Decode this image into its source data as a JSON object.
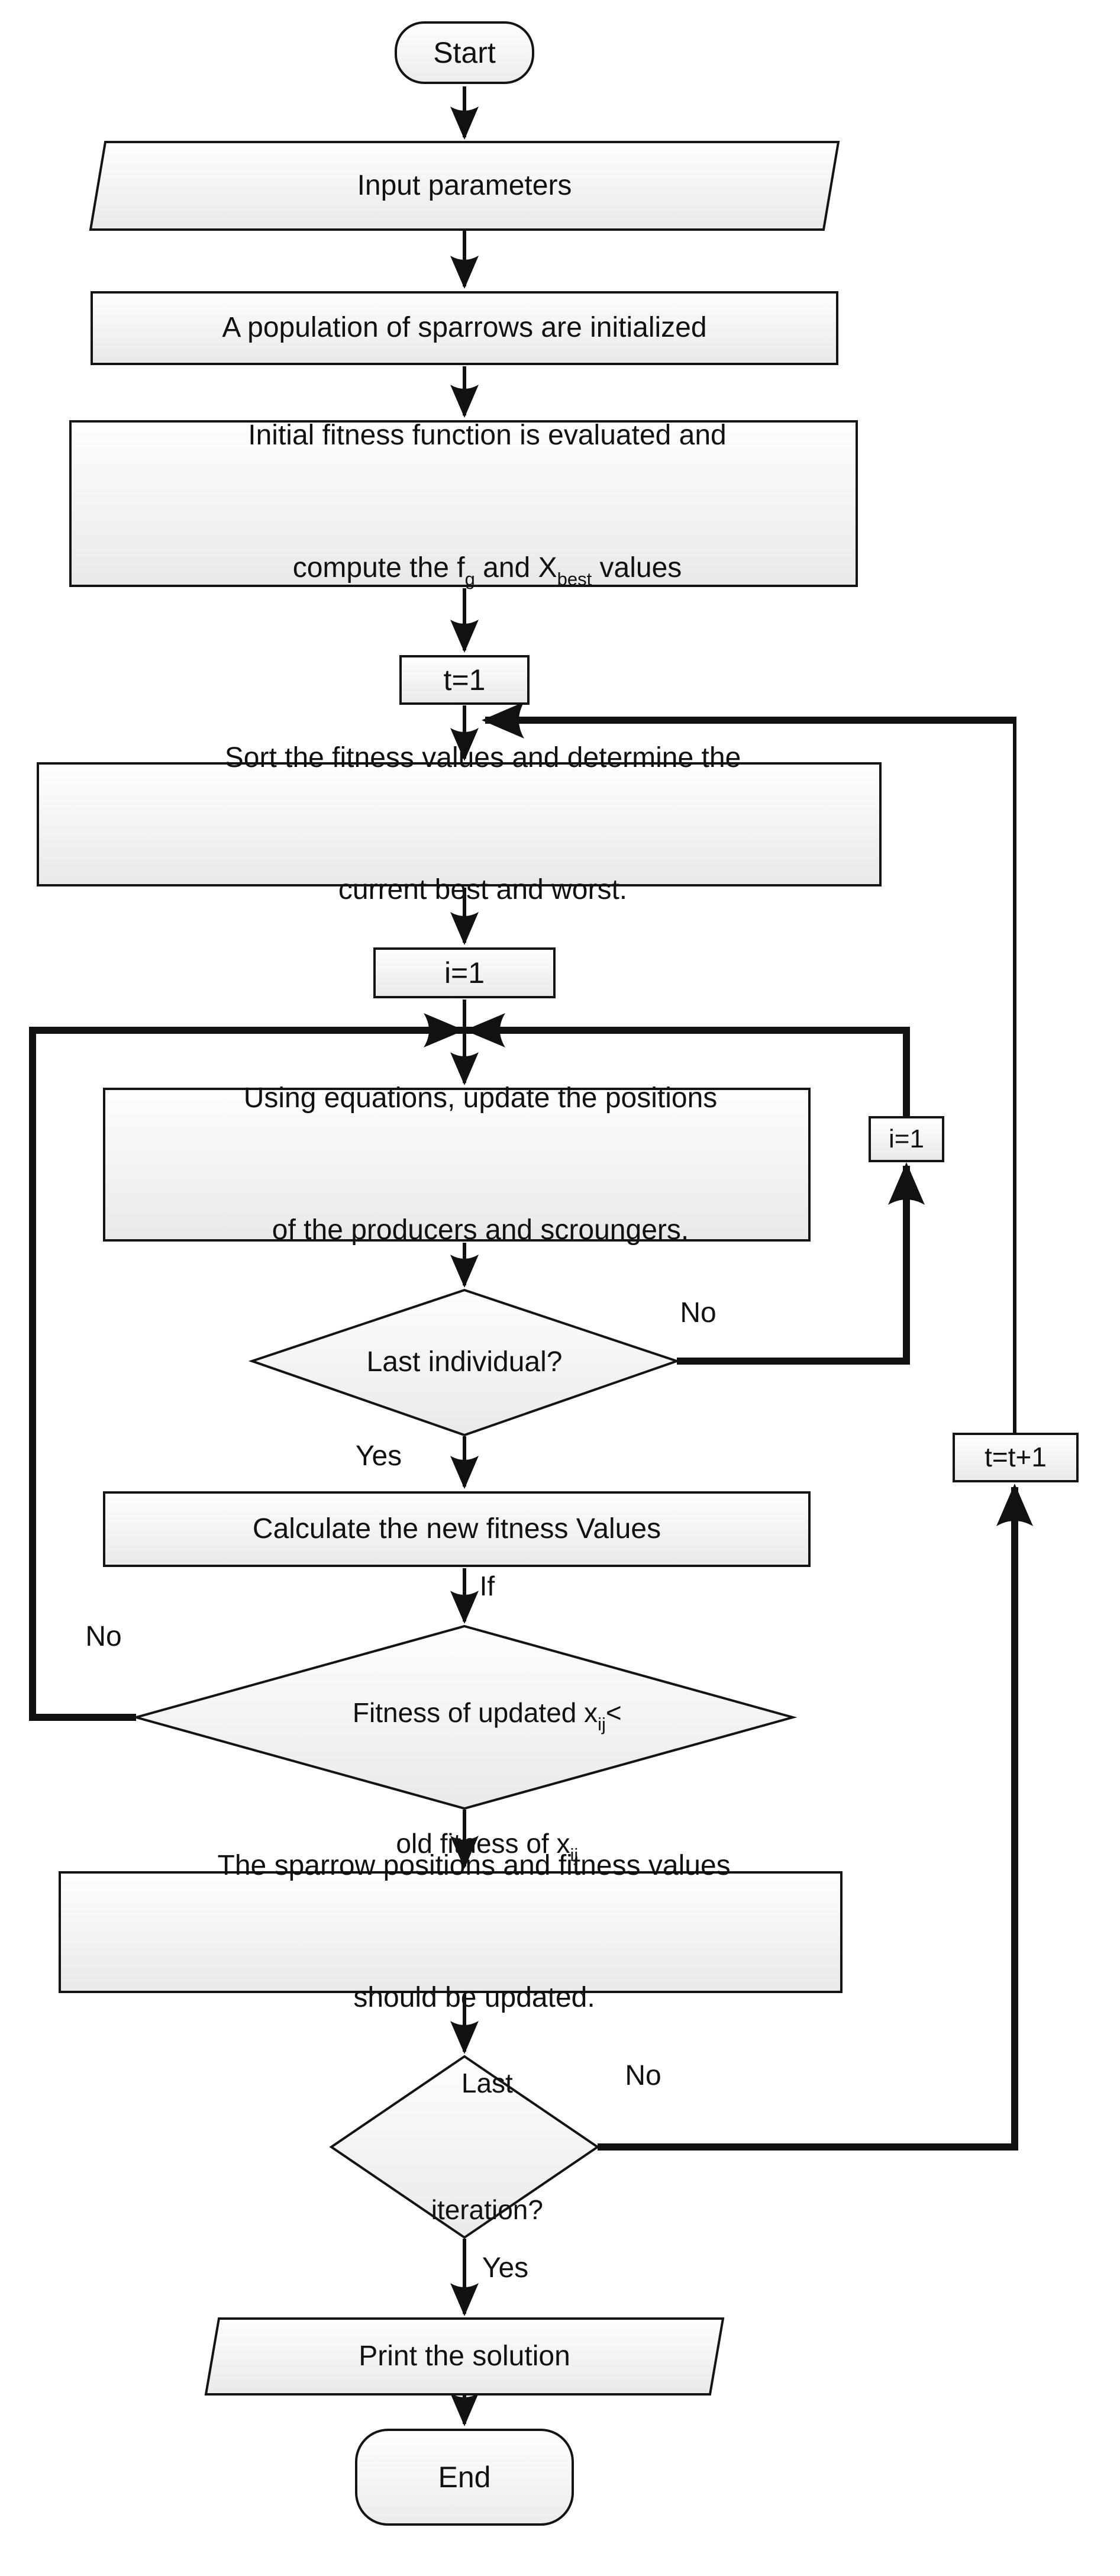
{
  "flowchart": {
    "nodes": {
      "start": {
        "label": "Start"
      },
      "input_parameters": {
        "label": "Input parameters"
      },
      "init_population": {
        "label": "A population of sparrows are initialized"
      },
      "initial_fitness": {
        "line1": "Initial fitness function is evaluated and",
        "line2_pre": "compute the f",
        "line2_sub1": "g",
        "line2_mid": " and X",
        "line2_sub2": "best",
        "line2_post": " values"
      },
      "t_init": {
        "label": "t=1"
      },
      "sort_fitness": {
        "line1": "Sort the fitness values and determine the",
        "line2": "current best and worst."
      },
      "i_init": {
        "label": "i=1"
      },
      "update_positions": {
        "line1": "Using equations, update the positions",
        "line2": "of the producers and scroungers."
      },
      "last_individual": {
        "label": "Last individual?"
      },
      "i_reset": {
        "label": "i=1"
      },
      "calc_fitness": {
        "label": "Calculate the new fitness Values"
      },
      "fitness_check": {
        "line1": "If",
        "line2_pre": "Fitness of updated x",
        "line2_sub": "ij",
        "line2_post": "<",
        "line3_pre": "old fitness of x",
        "line3_sub": "ij"
      },
      "update_sparrows": {
        "line1": "The sparrow positions and fitness values",
        "line2": "should be updated."
      },
      "t_increment": {
        "label": "t=t+1"
      },
      "last_iteration": {
        "line1": "Last",
        "line2": "iteration?"
      },
      "print_solution": {
        "label": "Print the solution"
      },
      "end": {
        "label": "End"
      }
    },
    "edge_labels": {
      "last_individual_no": "No",
      "last_individual_yes": "Yes",
      "fitness_check_no": "No",
      "last_iteration_no": "No",
      "last_iteration_yes": "Yes"
    },
    "colors": {
      "stroke": "#111111",
      "node_fill_top": "#fefefe",
      "node_fill_bottom": "#e9e9e9",
      "background": "#ffffff"
    }
  }
}
